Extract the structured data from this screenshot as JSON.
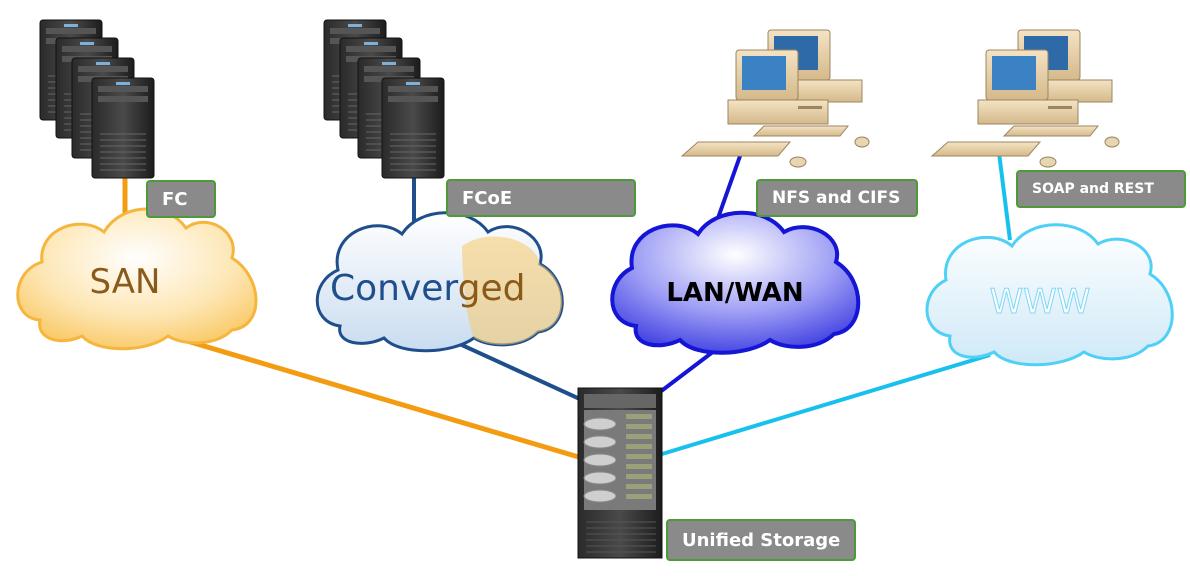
{
  "nodes": {
    "fc_label": "FC",
    "fcoe_label": "FCoE",
    "nfs_label": "NFS and CIFS",
    "soap_label": "SOAP and REST",
    "storage_label": "Unified Storage"
  },
  "clouds": {
    "san": "SAN",
    "converged_a": "Conver",
    "converged_b": "ged",
    "lan": "LAN/WAN",
    "www": "WWW"
  },
  "colors": {
    "san": "#f39c12",
    "converged": "#1f4e8c",
    "lan": "#1515d6",
    "www": "#18c0ee",
    "label_bg": "#8a8a8a",
    "label_border": "#4e9a3a"
  }
}
